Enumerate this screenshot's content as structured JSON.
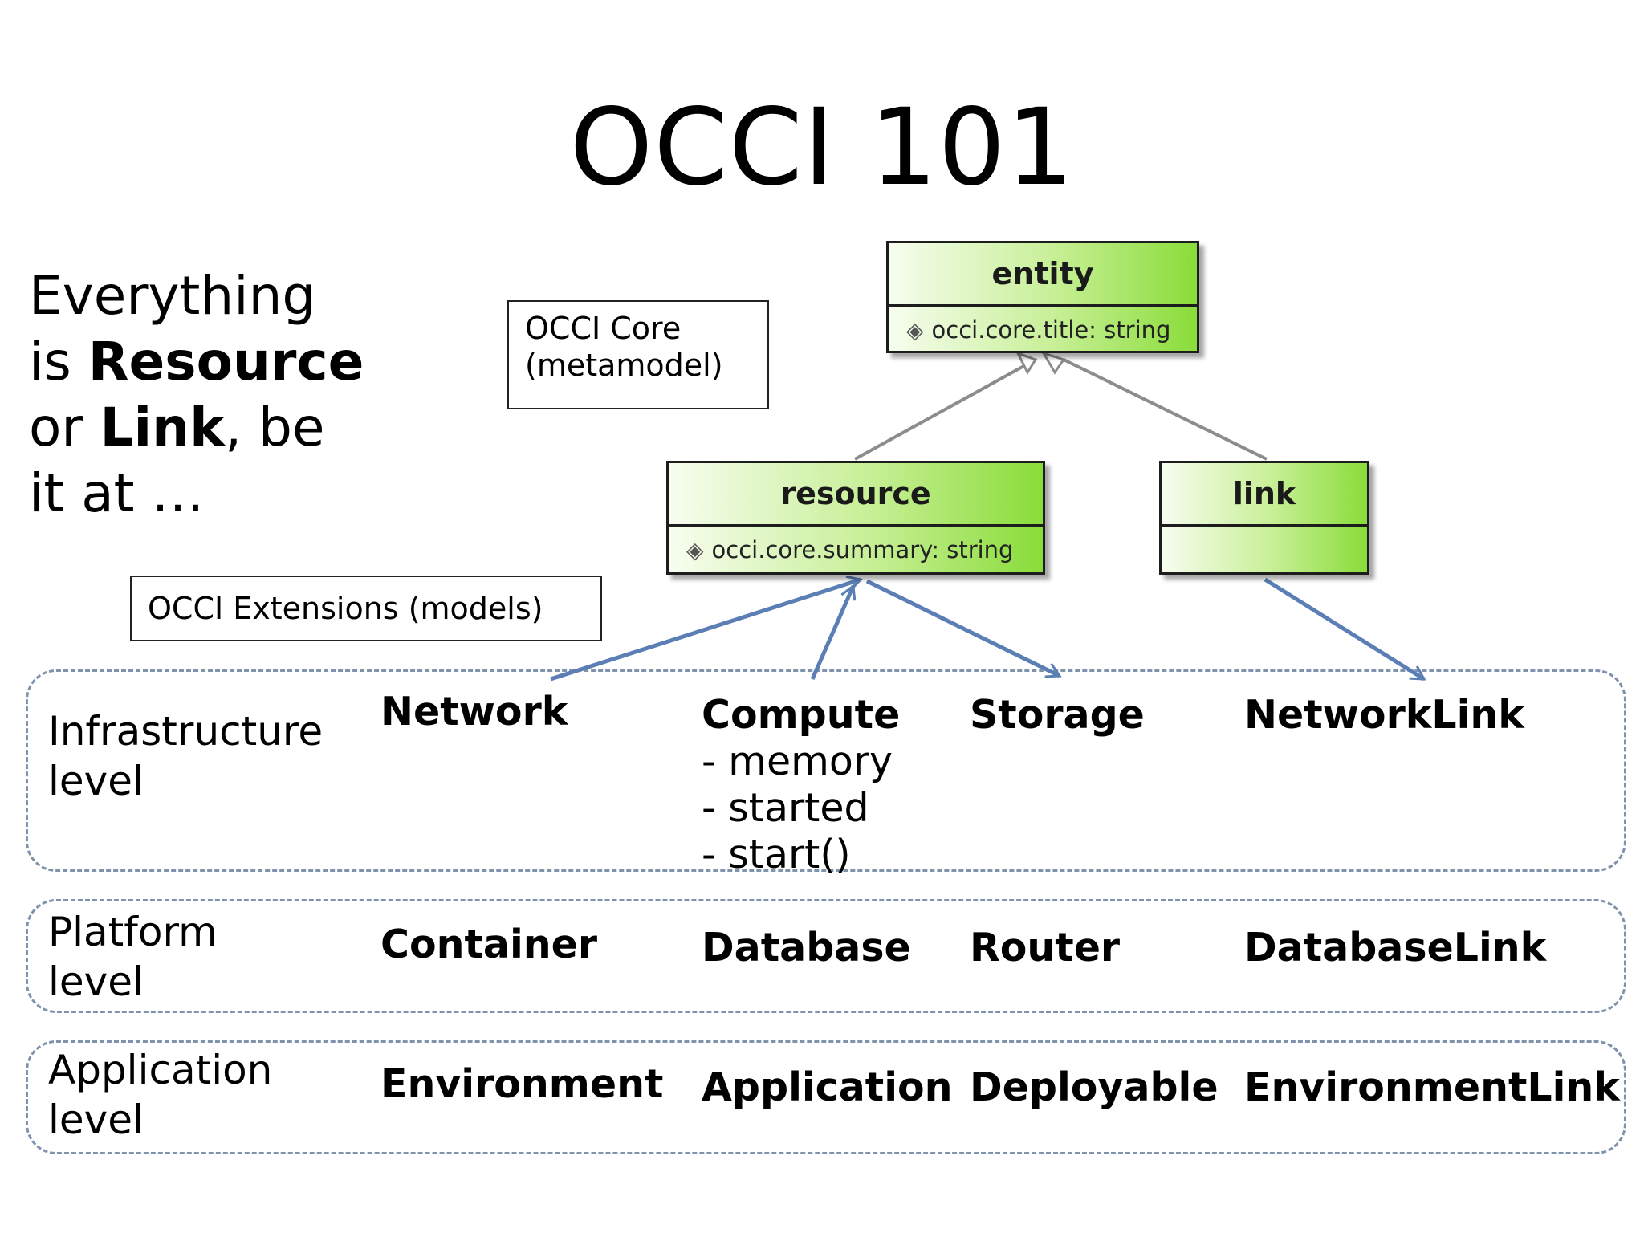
{
  "title": "OCCI 101",
  "intro": {
    "l1": "Everything",
    "l2a": "is ",
    "l2b": "Resource",
    "l3a": "or ",
    "l3b": "Link",
    "l3c": ", be",
    "l4": "it at …"
  },
  "notes": {
    "core_l1": "OCCI Core",
    "core_l2": "(metamodel)",
    "ext": "OCCI Extensions (models)"
  },
  "uml": {
    "entity": {
      "name": "entity",
      "attr": "occi.core.title: string",
      "attr_icon": "diamond-icon"
    },
    "resource": {
      "name": "resource",
      "attr": "occi.core.summary: string",
      "attr_icon": "diamond-icon"
    },
    "link": {
      "name": "link"
    }
  },
  "levels": [
    {
      "name": "Infrastructure level",
      "l1": "Infrastructure",
      "l2": "level",
      "classes": [
        "Network",
        "Compute",
        "Storage",
        "NetworkLink"
      ],
      "compute_attrs": [
        "- memory",
        "- started",
        "- start()"
      ]
    },
    {
      "name": "Platform level",
      "l1": "Platform",
      "l2": "level",
      "classes": [
        "Container",
        "Database",
        "Router",
        "DatabaseLink"
      ]
    },
    {
      "name": "Application level",
      "l1": "Application",
      "l2": "level",
      "classes": [
        "Environment",
        "Application",
        "Deployable",
        "EnvironmentLink"
      ]
    }
  ],
  "colors": {
    "uml_green": "#8adc3a",
    "arrow_blue": "#5b7fb5",
    "band_border": "#7f93ad",
    "generalization_gray": "#8c8c8c"
  }
}
